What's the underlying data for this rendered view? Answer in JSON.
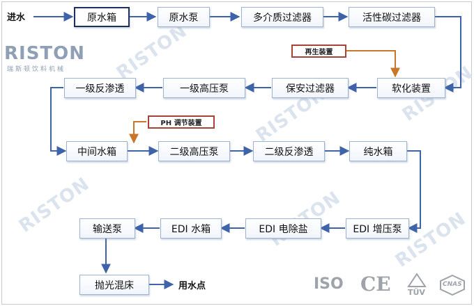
{
  "brand": {
    "logo": "RISTON",
    "tagline": "瑞斯顿饮料机械"
  },
  "diagram": {
    "start_label": "进水",
    "end_label": "用水点",
    "nodes": {
      "raw_tank": "原水箱",
      "raw_pump": "原水泵",
      "multimedia_filter": "多介质过滤器",
      "carbon_filter": "活性碳过滤器",
      "softener": "软化装置",
      "security_filter": "保安过滤器",
      "hp_pump_1": "一级高压泵",
      "ro_1": "一级反渗透",
      "middle_tank": "中间水箱",
      "hp_pump_2": "二级高压泵",
      "ro_2": "二级反渗透",
      "pure_tank": "纯水箱",
      "edi_booster": "EDI 增压泵",
      "edi_module": "EDI 电除盐",
      "edi_tank": "EDI 水箱",
      "delivery_pump": "输送泵",
      "polishing_bed": "抛光混床"
    },
    "side_inputs": {
      "regen": "再生装置",
      "ph": "PH 调节装置"
    }
  },
  "certifications": [
    "ISO",
    "CE",
    "TÜV",
    "CNAS"
  ],
  "colors": {
    "arrow": "#3f63a8",
    "side_arrow": "#c8772a",
    "node_border": "#9cb3d4",
    "start_border": "#1c2f5e",
    "side_border": "#a64238"
  }
}
